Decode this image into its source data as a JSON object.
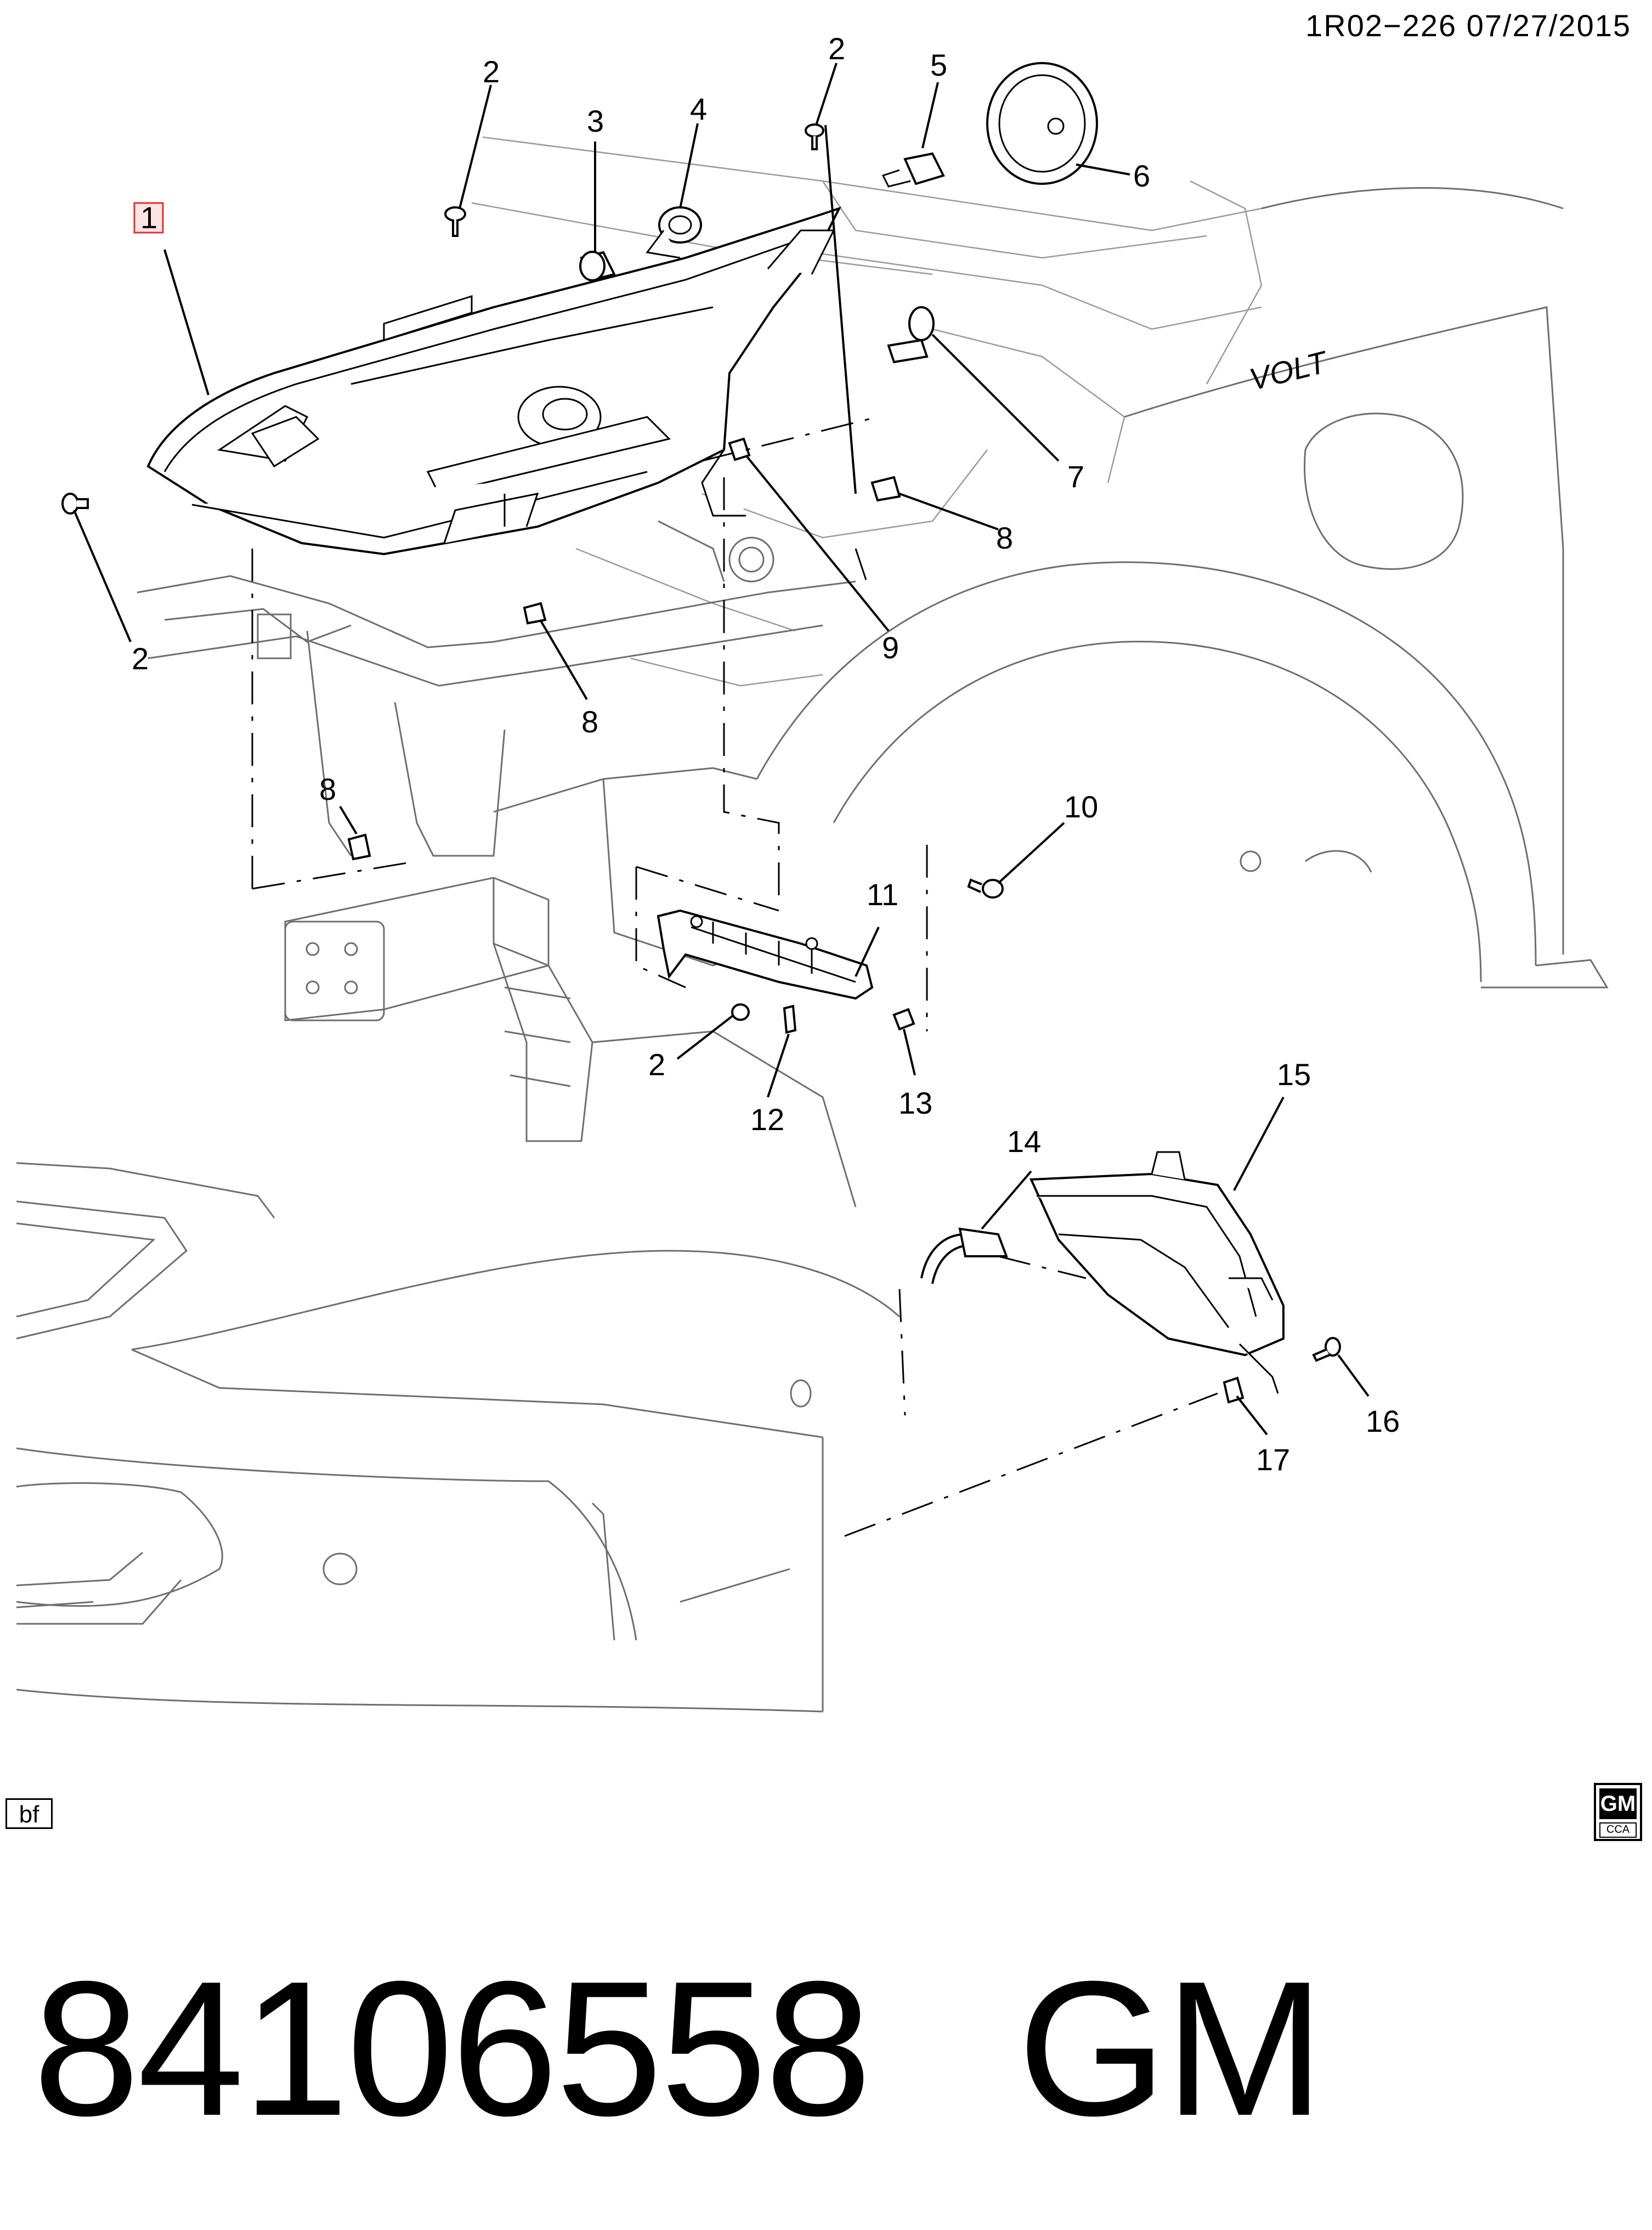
{
  "header": {
    "doc_ref": "1R02−226  07/27/2015"
  },
  "callouts": [
    {
      "id": "c1",
      "label": "1",
      "highlighted": true
    },
    {
      "id": "c2a",
      "label": "2"
    },
    {
      "id": "c2b",
      "label": "2"
    },
    {
      "id": "c2c",
      "label": "2"
    },
    {
      "id": "c2d",
      "label": "2"
    },
    {
      "id": "c3",
      "label": "3"
    },
    {
      "id": "c4",
      "label": "4"
    },
    {
      "id": "c5",
      "label": "5"
    },
    {
      "id": "c6",
      "label": "6"
    },
    {
      "id": "c7",
      "label": "7"
    },
    {
      "id": "c8a",
      "label": "8"
    },
    {
      "id": "c8b",
      "label": "8"
    },
    {
      "id": "c8c",
      "label": "8"
    },
    {
      "id": "c9",
      "label": "9"
    },
    {
      "id": "c10",
      "label": "10"
    },
    {
      "id": "c11",
      "label": "11"
    },
    {
      "id": "c12",
      "label": "12"
    },
    {
      "id": "c13",
      "label": "13"
    },
    {
      "id": "c14",
      "label": "14"
    },
    {
      "id": "c15",
      "label": "15"
    },
    {
      "id": "c16",
      "label": "16"
    },
    {
      "id": "c17",
      "label": "17"
    }
  ],
  "fender_badge": "VOLT",
  "footer": {
    "bf_tag": "bf",
    "gm_logo_top": "GM",
    "gm_logo_bottom": "CCA",
    "part_number": "84106558",
    "maker": "GM"
  },
  "colors": {
    "highlight_box": "#e03030",
    "highlight_fill": "#fde4e4"
  }
}
